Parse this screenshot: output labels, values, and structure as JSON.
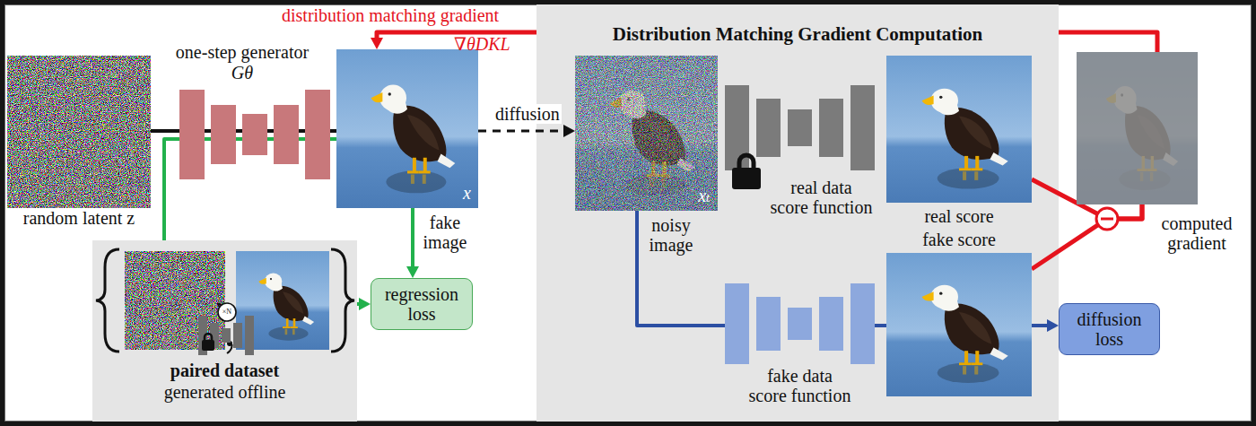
{
  "diagram": {
    "nodes": [
      {
        "text": [
          "random latent z"
        ]
      },
      {
        "text": [
          "one-step generator",
          "Gθ"
        ]
      },
      {
        "text": [
          "x",
          "fake image"
        ]
      },
      {
        "text": [
          "Distribution Matching Gradient Computation"
        ]
      },
      {
        "text": [
          "xₜ",
          "noisy image"
        ],
        "in": 3
      },
      {
        "text": [
          "real data score function"
        ],
        "in": 3
      },
      {
        "text": [
          "real score"
        ],
        "in": 3
      },
      {
        "text": [
          "fake score"
        ],
        "in": 3
      },
      {
        "text": [
          "fake data score function"
        ],
        "in": 3
      },
      {
        "text": [
          "computed gradient"
        ]
      },
      {
        "text": [
          "paired dataset",
          "generated offline"
        ]
      },
      {
        "text": [
          "regression loss"
        ]
      },
      {
        "text": [
          "diffusion loss"
        ]
      }
    ],
    "edges": [
      {
        "from": 0,
        "to": 1,
        "arrow": "none"
      },
      {
        "from": 1,
        "to": 2,
        "arrow": "none"
      },
      {
        "from": 10,
        "to": 1,
        "arrow": "none"
      },
      {
        "from": 2,
        "to": 11,
        "arrow": "to"
      },
      {
        "from": 10,
        "to": 11,
        "arrow": "to"
      },
      {
        "from": 2,
        "to": 4,
        "label": "diffusion",
        "arrow": "to"
      },
      {
        "from": 4,
        "to": 8,
        "arrow": "none"
      },
      {
        "from": 8,
        "to": 12,
        "arrow": "to"
      },
      {
        "from": 6,
        "to": 9,
        "arrow": "none"
      },
      {
        "from": 7,
        "to": 9,
        "arrow": "none"
      },
      {
        "from": 9,
        "to": 2,
        "label": "distribution matching gradient",
        "arrow": "to"
      }
    ],
    "labels": [
      "∇θDKL",
      "×N"
    ]
  }
}
